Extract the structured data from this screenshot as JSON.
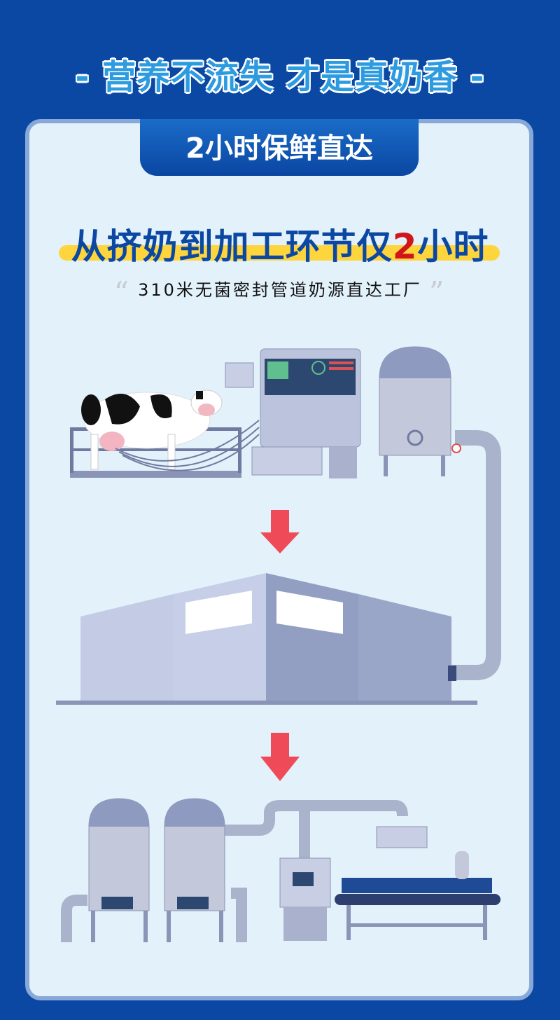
{
  "top_title": "- 营养不流失 才是真奶香 -",
  "tab_label": "2小时保鲜直达",
  "headline": {
    "prefix": "从挤奶到加工环节仅",
    "highlight": "2",
    "suffix": "小时"
  },
  "subtitle": {
    "open_quote": "“",
    "text": "310米无菌密封管道奶源直达工厂",
    "close_quote": "”"
  },
  "colors": {
    "background": "#0b48a3",
    "card": "#e3f1fb",
    "highlight": "#ffd53e",
    "arrow": "#ef4a58",
    "accent_red": "#d0161c"
  }
}
